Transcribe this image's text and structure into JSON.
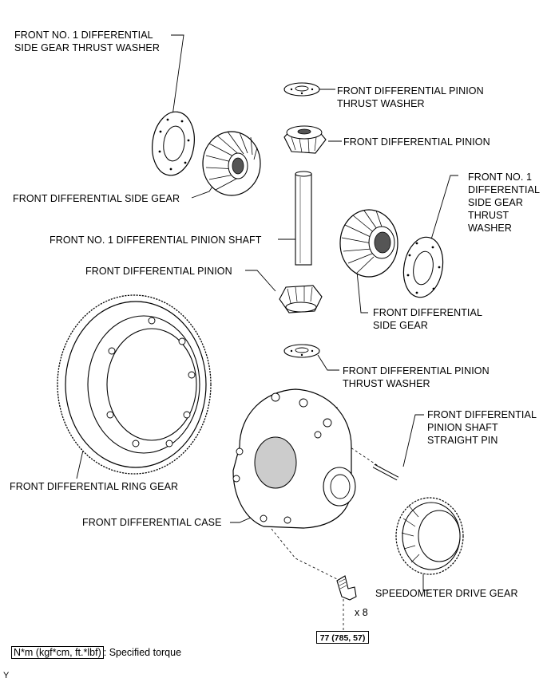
{
  "labels": {
    "side_washer_left": [
      "FRONT NO. 1 DIFFERENTIAL",
      "SIDE GEAR THRUST WASHER"
    ],
    "pinion_washer_top": [
      "FRONT DIFFERENTIAL PINION",
      "THRUST WASHER"
    ],
    "pinion_top": "FRONT DIFFERENTIAL PINION",
    "side_gear_left": "FRONT DIFFERENTIAL SIDE GEAR",
    "side_washer_right": [
      "FRONT NO. 1",
      "DIFFERENTIAL",
      "SIDE GEAR",
      "THRUST",
      "WASHER"
    ],
    "pinion_shaft": "FRONT NO. 1 DIFFERENTIAL PINION SHAFT",
    "pinion_lower": "FRONT DIFFERENTIAL PINION",
    "side_gear_right": [
      "FRONT DIFFERENTIAL",
      "SIDE GEAR"
    ],
    "pinion_washer_lower": [
      "FRONT DIFFERENTIAL PINION",
      "THRUST WASHER"
    ],
    "straight_pin": [
      "FRONT DIFFERENTIAL",
      "PINION SHAFT",
      "STRAIGHT PIN"
    ],
    "ring_gear": "FRONT DIFFERENTIAL RING GEAR",
    "case": "FRONT DIFFERENTIAL CASE",
    "speedometer_gear": "SPEEDOMETER DRIVE GEAR"
  },
  "bolt_qty": "x 8",
  "torque_value": "77 (785, 57)",
  "legend": {
    "unit": "N*m (kgf*cm, ft.*lbf)",
    "text": ": Specified torque"
  },
  "figure_id": "Y"
}
